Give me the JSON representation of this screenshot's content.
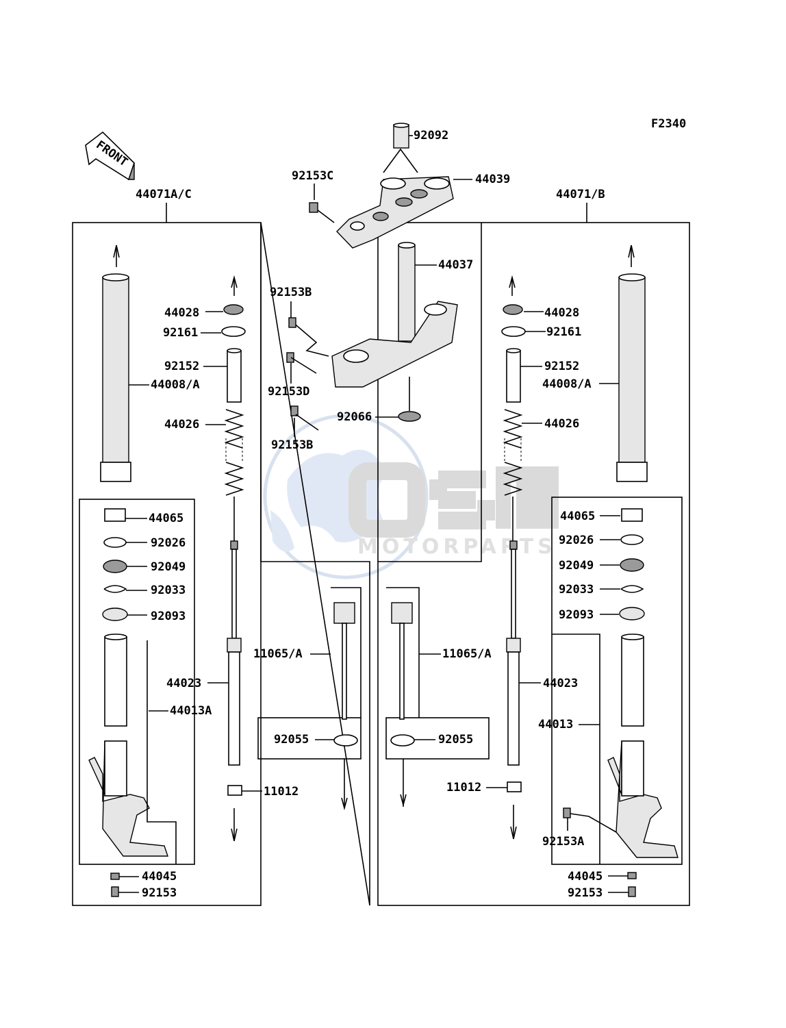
{
  "figure_code": "F2340",
  "front_marker": "FRONT",
  "watermark": {
    "logo_text": "OSM",
    "sub_text": "MOTORPARTS"
  },
  "labels": {
    "p92092": "92092",
    "p92153C": "92153C",
    "p44039": "44039",
    "p44071AC": "44071A/C",
    "p44071B": "44071/B",
    "p44037": "44037",
    "p92153B_top": "92153B",
    "p92153D": "92153D",
    "p92066": "92066",
    "p92153B_bot": "92153B",
    "L44028": "44028",
    "L92161": "92161",
    "L92152": "92152",
    "L44008A": "44008/A",
    "L44026": "44026",
    "L44065": "44065",
    "L92026": "92026",
    "L92049": "92049",
    "L92033": "92033",
    "L92093": "92093",
    "L44023": "44023",
    "L44013A": "44013A",
    "L11065A": "11065/A",
    "L92055": "92055",
    "L11012": "11012",
    "L44045": "44045",
    "L92153": "92153",
    "R44028": "44028",
    "R92161": "92161",
    "R92152": "92152",
    "R44008A": "44008/A",
    "R44026": "44026",
    "R44065": "44065",
    "R92026": "92026",
    "R92049": "92049",
    "R92033": "92033",
    "R92093": "92093",
    "R44023": "44023",
    "R44013": "44013",
    "R11065A": "11065/A",
    "R92055": "92055",
    "R11012": "11012",
    "R92153A": "92153A",
    "R44045": "44045",
    "R92153": "92153"
  }
}
